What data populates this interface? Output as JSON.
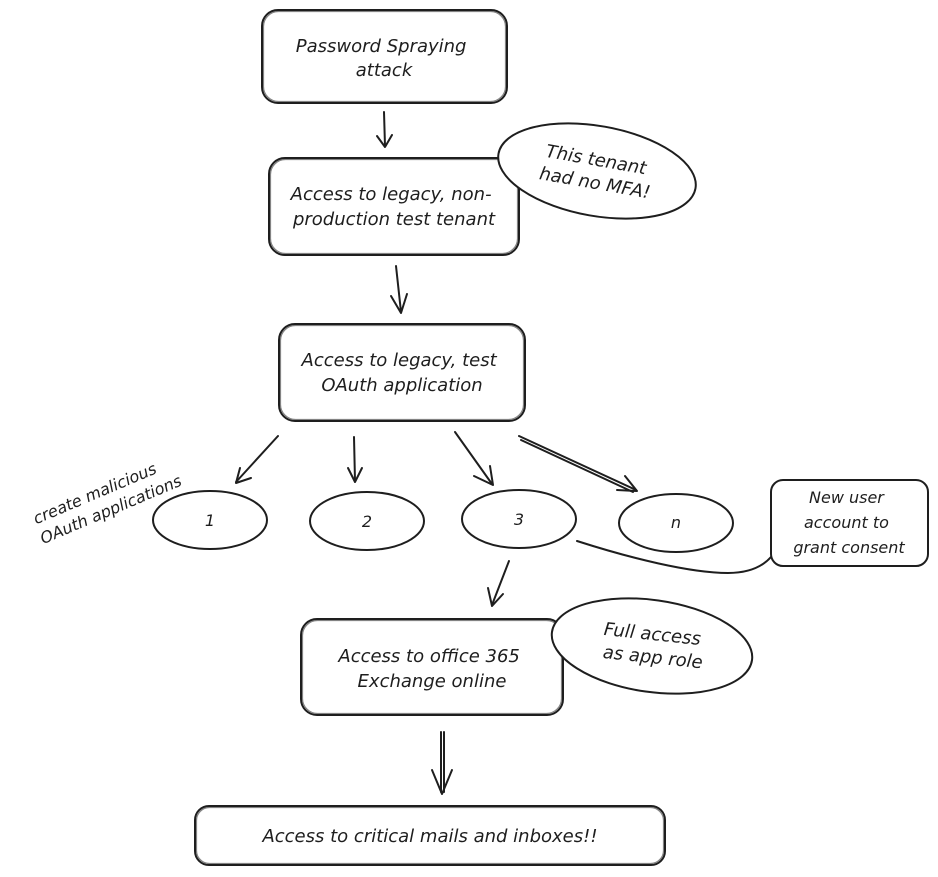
{
  "nodes": {
    "password_spraying": [
      "Password Spraying",
      "attack"
    ],
    "legacy_tenant": [
      "Access to legacy, non-",
      "production test tenant"
    ],
    "legacy_oauth": [
      "Access to legacy, test",
      "OAuth application"
    ],
    "app_1": "1",
    "app_2": "2",
    "app_3": "3",
    "app_n": "n",
    "office365": [
      "Access to office 365",
      "Exchange online"
    ],
    "critical_mails": "Access to critical mails and inboxes!!"
  },
  "notes": {
    "no_mfa": [
      "This tenant",
      "had no MFA!"
    ],
    "malicious_apps": [
      "create malicious",
      "OAuth applications"
    ],
    "new_user": [
      "New user",
      "account to",
      "grant consent"
    ],
    "full_access": [
      "Full access",
      "as app role"
    ]
  }
}
